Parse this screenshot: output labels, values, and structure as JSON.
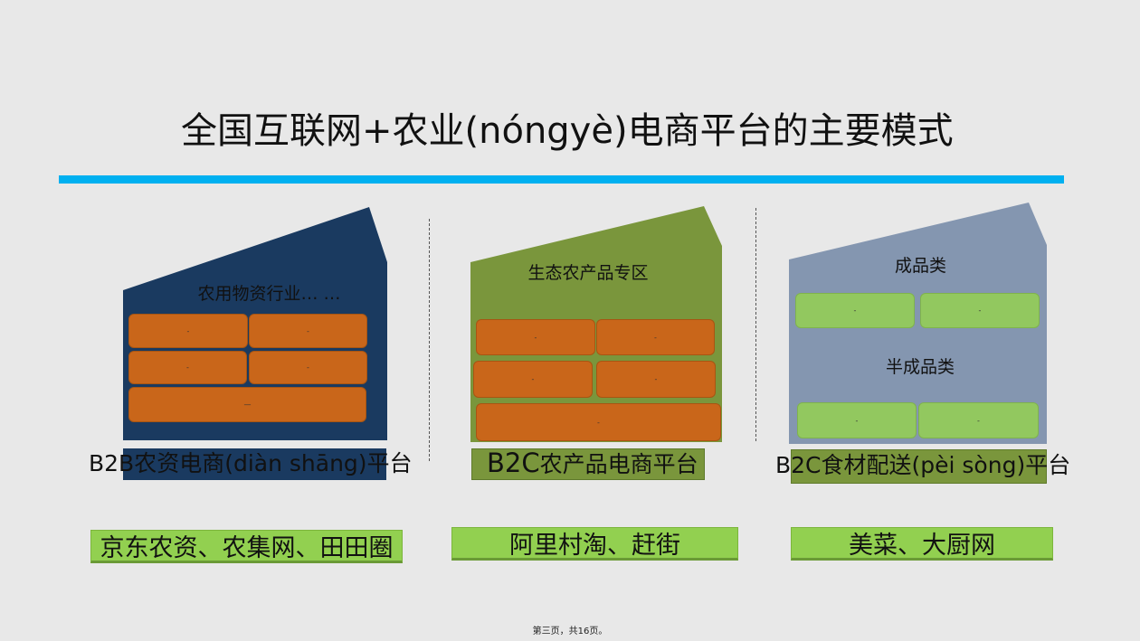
{
  "slide": {
    "title": "全国互联网+农业(nóngyè)电商平台的主要模式",
    "footer": "第三页，共16页。"
  },
  "colors": {
    "accent": "#00b0f0",
    "b2b_building": "#1a3a60",
    "b2c_produce_building": "#7a963c",
    "b2c_food_building": "#8496b0",
    "orange_brick": "#c9661a",
    "green_brick": "#92c85f",
    "example_bg": "#92d050"
  },
  "columns": [
    {
      "category": "农用物资行业… …",
      "bricks": [
        "-",
        "-",
        "-",
        "-",
        "—"
      ],
      "platform": "B2B农资电商(diàn shāng)平台",
      "examples": "京东农资、农集网、田田圈"
    },
    {
      "category": "生态农产品专区",
      "bricks": [
        "-",
        "-",
        "-",
        "-",
        "-"
      ],
      "platform_prefix": "B2C",
      "platform_suffix": "农产品电商平台",
      "examples": "阿里村淘、赶街"
    },
    {
      "category_top": "成品类",
      "category_bottom": "半成品类",
      "bricks": [
        "-",
        "-",
        "-",
        "-"
      ],
      "platform": "B2C食材配送(pèi sòng)平台",
      "examples": "美菜、大厨网"
    }
  ]
}
